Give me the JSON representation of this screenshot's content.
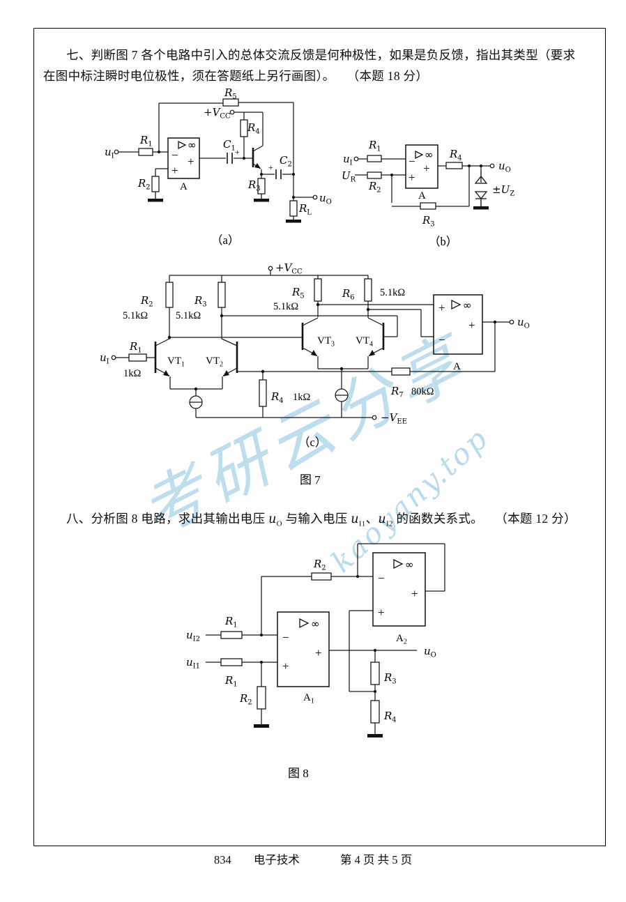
{
  "page": {
    "q7": {
      "line1": "七、判断图 7 各个电路中引入的总体交流反馈是何种极性，如果是负反馈，指出其类型（要求",
      "line2": "在图中标注瞬时电位极性，须在答题纸上另行画图）。",
      "score": "（本题 18 分）"
    },
    "q8": {
      "t1": "八、分析图 8 电路，求出其输出电压 ",
      "v1": {
        "m": "u",
        "s": "O"
      },
      "t2": " 与输入电压 ",
      "v2": {
        "m": "u",
        "s": "I1"
      },
      "t3": "、",
      "v3": {
        "m": "u",
        "s": "I2"
      },
      "t4": " 的函数关系式。",
      "score": "（本题 12 分）"
    },
    "footer": {
      "code": "834",
      "subject": "电子技术",
      "page": "第 4 页 共 5 页"
    },
    "watermark": {
      "text1": "考研云分享",
      "text2": "kaoyany.top",
      "color": "#7ebedd"
    }
  },
  "sym": {
    "plus": "+",
    "minus": "−",
    "inf": "∞"
  },
  "fig7": {
    "caption": "图 7",
    "a": {
      "caption": "（a）",
      "u_i": {
        "m": "u",
        "s": "I"
      },
      "u_o": {
        "m": "u",
        "s": "O"
      },
      "r1": {
        "m": "R",
        "s": "1"
      },
      "r2": {
        "m": "R",
        "s": "2"
      },
      "r3": {
        "m": "R",
        "s": "3"
      },
      "r4": {
        "m": "R",
        "s": "4"
      },
      "r5": {
        "m": "R",
        "s": "5"
      },
      "rl": {
        "m": "R",
        "s": "L"
      },
      "c1": {
        "m": "C",
        "s": "1"
      },
      "c2": {
        "m": "C",
        "s": "2"
      },
      "vcc": {
        "m": "+V",
        "s": "CC"
      },
      "amp": "A"
    },
    "b": {
      "caption": "（b）",
      "u_i": {
        "m": "u",
        "s": "I"
      },
      "u_r": {
        "m": "U",
        "s": "R"
      },
      "u_o": {
        "m": "u",
        "s": "O"
      },
      "u_z": {
        "m": "±U",
        "s": "Z"
      },
      "r1": {
        "m": "R",
        "s": "1"
      },
      "r2": {
        "m": "R",
        "s": "2"
      },
      "r3": {
        "m": "R",
        "s": "3"
      },
      "r4": {
        "m": "R",
        "s": "4"
      },
      "amp": "A"
    },
    "c": {
      "caption": "（c）",
      "vcc": {
        "m": "+V",
        "s": "CC"
      },
      "vee": {
        "m": "−V",
        "s": "EE"
      },
      "u_i": {
        "m": "u",
        "s": "I"
      },
      "u_o": {
        "m": "u",
        "s": "O"
      },
      "amp": "A",
      "r1": {
        "m": "R",
        "s": "1"
      },
      "r1v": "1kΩ",
      "r2": {
        "m": "R",
        "s": "2"
      },
      "r2v": "5.1kΩ",
      "r3": {
        "m": "R",
        "s": "3"
      },
      "r3v": "5.1kΩ",
      "r4": {
        "m": "R",
        "s": "4"
      },
      "r4v": "1kΩ",
      "r5": {
        "m": "R",
        "s": "5"
      },
      "r5v": "5.1kΩ",
      "r6": {
        "m": "R",
        "s": "6"
      },
      "r6v": "5.1kΩ",
      "r7": {
        "m": "R",
        "s": "7"
      },
      "r7v": "80kΩ",
      "vt1": {
        "m": "VT",
        "s": "1"
      },
      "vt2": {
        "m": "VT",
        "s": "2"
      },
      "vt3": {
        "m": "VT",
        "s": "3"
      },
      "vt4": {
        "m": "VT",
        "s": "4"
      }
    }
  },
  "fig8": {
    "caption": "图 8",
    "r1a": {
      "m": "R",
      "s": "1"
    },
    "r1b": {
      "m": "R",
      "s": "1"
    },
    "r2a": {
      "m": "R",
      "s": "2"
    },
    "r2b": {
      "m": "R",
      "s": "2"
    },
    "r3": {
      "m": "R",
      "s": "3"
    },
    "r4": {
      "m": "R",
      "s": "4"
    },
    "a1": {
      "m": "A",
      "s": "1"
    },
    "a2": {
      "m": "A",
      "s": "2"
    },
    "u_i1": {
      "m": "u",
      "s": "I1"
    },
    "u_i2": {
      "m": "u",
      "s": "I2"
    },
    "u_o": {
      "m": "u",
      "s": "O"
    }
  }
}
